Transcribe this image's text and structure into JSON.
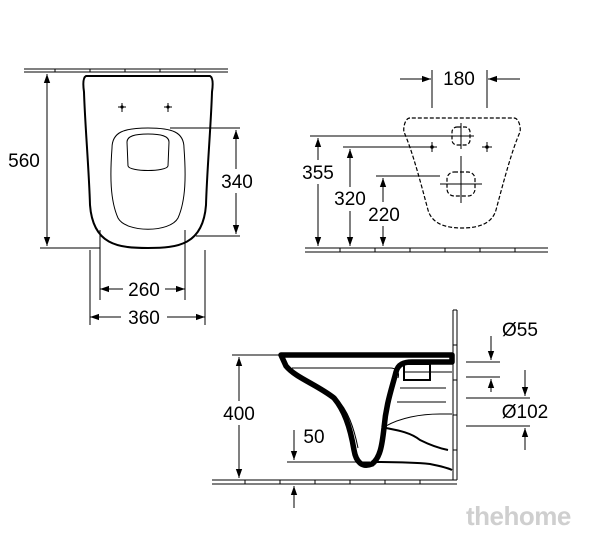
{
  "top_view": {
    "height_label": "560",
    "seat_height_label": "340",
    "hole_spacing_label": "260",
    "width_label": "360"
  },
  "wall_view": {
    "width_label": "180",
    "h355_label": "355",
    "h320_label": "320",
    "h220_label": "220"
  },
  "side_view": {
    "height_label": "400",
    "offset_label": "50",
    "inlet_label": "Ø55",
    "outlet_label": "Ø102"
  },
  "watermark": "thehome"
}
